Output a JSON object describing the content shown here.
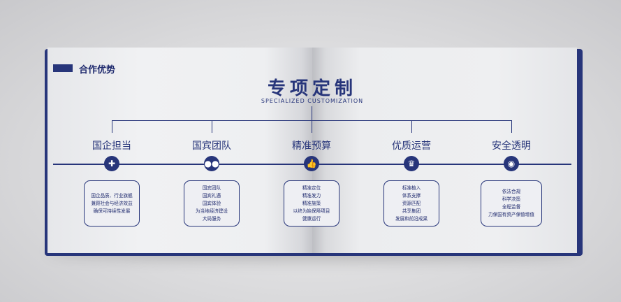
{
  "section_title": "合作优势",
  "title": "专项定制",
  "subtitle": "SPECIALIZED CUSTOMIZATION",
  "categories": [
    {
      "label": "国企担当",
      "icon": "shield-plus-icon",
      "items": [
        "国企品质、行业旗舰",
        "兼顾社会与经济效益",
        "确保可持续性发展"
      ]
    },
    {
      "label": "国宾团队",
      "icon": "team-icon",
      "items": [
        "国宾团队",
        "国宾礼遇",
        "国宾体验",
        "为当地经济建设",
        "大局服务"
      ]
    },
    {
      "label": "精准预算",
      "icon": "thumbs-up-icon",
      "items": [
        "精准定位",
        "精准发力",
        "精准施策",
        "以终为始保障项目",
        "健康运行"
      ]
    },
    {
      "label": "优质运营",
      "icon": "trophy-icon",
      "items": [
        "标准植入",
        "体系支撑",
        "资源匹配",
        "共享集团",
        "发展和前沿成果"
      ]
    },
    {
      "label": "安全透明",
      "icon": "eye-icon",
      "items": [
        "依法合规",
        "科学决策",
        "全程监督",
        "力保国有资产保值增值"
      ]
    }
  ],
  "colors": {
    "primary": "#27357a",
    "page": "#eeeff1"
  }
}
